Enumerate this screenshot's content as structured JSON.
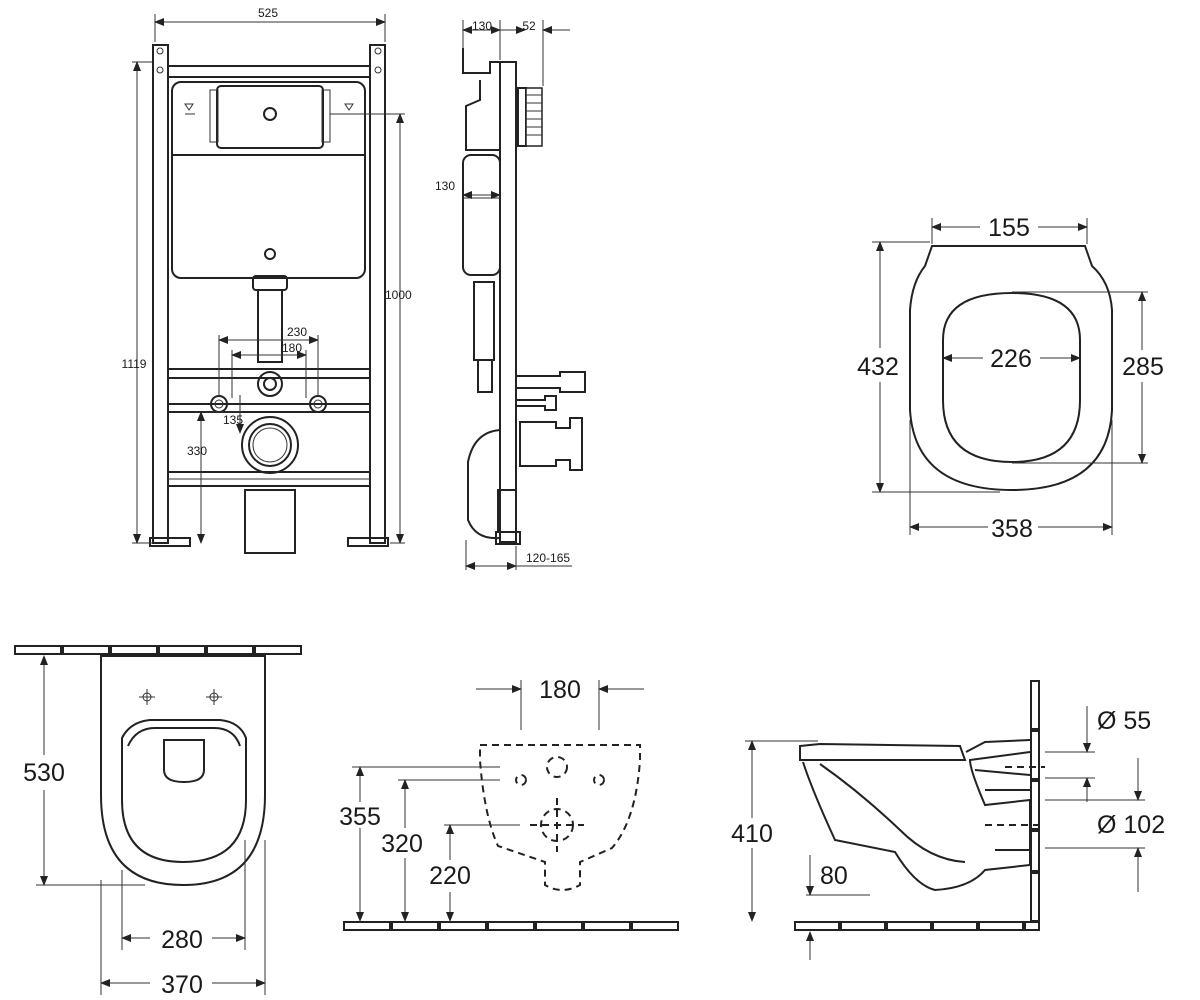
{
  "frame_front": {
    "width": "525",
    "total_height": "1119",
    "height": "1000",
    "bolt_outer": "230",
    "bolt_inner": "180",
    "drain_offset": "135",
    "drain_height": "330"
  },
  "frame_side": {
    "top_depth": "130",
    "plate": "52",
    "cistern_depth": "130",
    "foot_depth": "120-165"
  },
  "seat": {
    "top_width": "155",
    "length": "432",
    "inner_width": "226",
    "inner_length": "285",
    "width": "358"
  },
  "bowl_top": {
    "length": "530",
    "inner_width": "280",
    "width": "370"
  },
  "bowl_back": {
    "bolt_spacing": "180",
    "outlet_height": "355",
    "bolt_height": "320",
    "low_height": "220"
  },
  "bowl_side": {
    "height": "410",
    "inlet": "Ø 55",
    "outlet": "Ø 102",
    "floor_clearance": "80"
  },
  "arrow": "arrow-icon",
  "line_color": "#222222"
}
